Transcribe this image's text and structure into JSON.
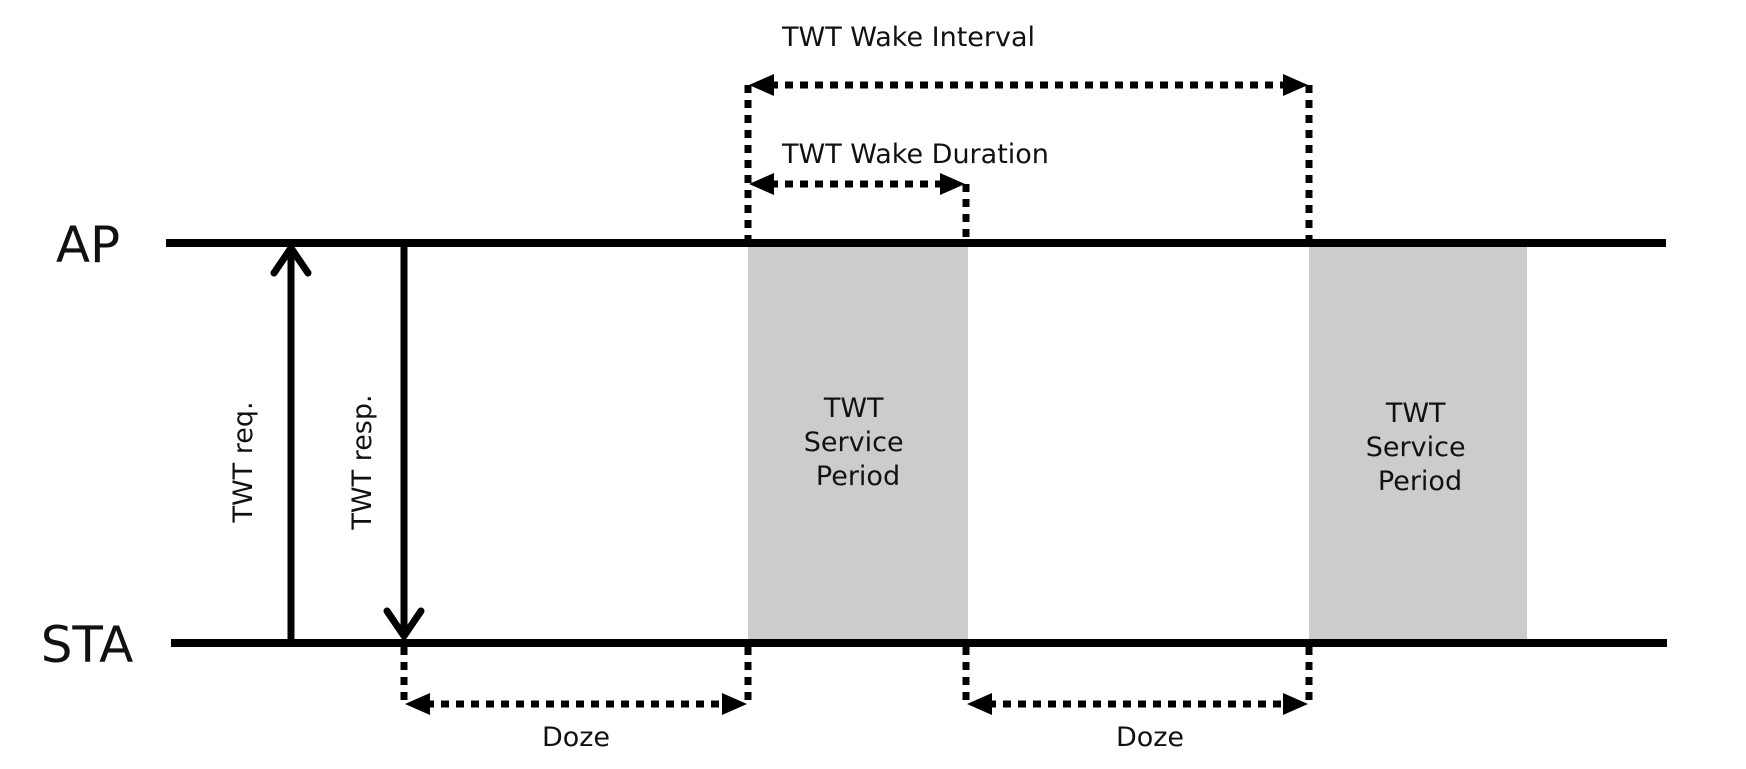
{
  "lanes": {
    "ap_label": "AP",
    "sta_label": "STA"
  },
  "messages": {
    "request_label": "TWT req.",
    "response_label": "TWT resp."
  },
  "annotations": {
    "wake_interval_label": "TWT Wake Interval",
    "wake_duration_label": "TWT Wake Duration",
    "doze_label_1": "Doze",
    "doze_label_2": "Doze"
  },
  "service_periods": [
    {
      "line1": "TWT",
      "line2": "Service",
      "line3": "Period"
    },
    {
      "line1": "TWT",
      "line2": "Service",
      "line3": "Period"
    }
  ],
  "colors": {
    "service_period_fill": "#cccccc",
    "line_color": "#000000"
  }
}
